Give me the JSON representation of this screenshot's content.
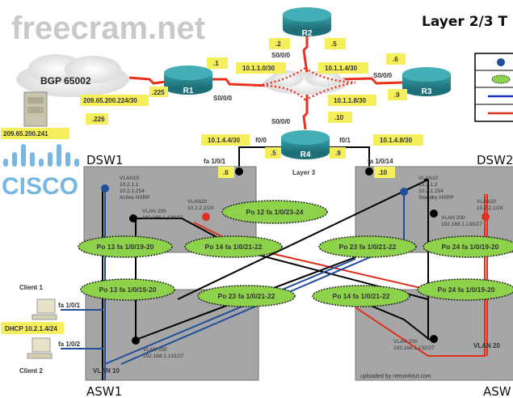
{
  "title": "Layer 2/3 T",
  "colors": {
    "serial_link": "#e8321e",
    "vlan10": "#1f4e9c",
    "vlan20": "#e0301e",
    "etherchannel": "#8ed14a",
    "label_bg": "#f4ef5a",
    "switch_box": "#a6a6a6",
    "router": "#2a8a94"
  },
  "legend": {
    "items": [
      {
        "icon": "blue-dot"
      },
      {
        "icon": "green-dotted-ellipse"
      },
      {
        "icon": "blue-line"
      },
      {
        "icon": "red-line"
      }
    ]
  },
  "bgp": {
    "cloud_label": "BGP 65002",
    "server_ip": "209.65.200.241",
    "subnet": "209.65.200.224/30",
    "r1_ip": ".225",
    "isp_ip": ".226"
  },
  "routers": {
    "r1": {
      "name": "R1",
      "ip": ".1",
      "interface": "S0/0/0"
    },
    "r2": {
      "name": "R2",
      "ip_left": ".2",
      "ip_right": ".5",
      "interface": "S0/0/0"
    },
    "r3": {
      "name": "R3",
      "ip_top": ".6",
      "ip_bottom": ".9",
      "interface": "S0/0/0"
    },
    "r4": {
      "name": "R4",
      "interface_serial": "S0/0/0",
      "f0": "f0/0",
      "f1": "f0/1",
      "ip_f0": ".5",
      "ip_f1": ".9",
      "caption": "Layer 3"
    }
  },
  "subnets": {
    "r1_r2": "10.1.1.0/30",
    "r2_r3": "10.1.1.4/30",
    "r3_r4": "10.1.1.8/30",
    "r4_ip": ".10",
    "r4_dsw1": "10.1.4.4/30",
    "r4_dsw2": "10.1.4.8/30"
  },
  "dsw1": {
    "name": "DSW1",
    "uplink_port": "fa 1/0/1",
    "uplink_ip": ".6",
    "vlan10": [
      "VLAN10",
      "10.2.1.1",
      "10.2.1.254",
      "Active HSRP"
    ],
    "vlan200": [
      "VLAN 200",
      "192.168.1.129/27"
    ],
    "vlan20": [
      "VLAN20",
      "10.2.2.2/24"
    ]
  },
  "dsw2": {
    "name": "DSW2",
    "uplink_port": "fa 1/0/14",
    "uplink_ip": ".10",
    "vlan10": [
      "VLAN10",
      "10.2.1.2",
      "10.2.1.254",
      "Standby HSRP"
    ],
    "vlan200": [
      "VLAN 200",
      "192.168.1.130/27"
    ],
    "vlan20": [
      "VLAN20",
      "10.2.2.1/24"
    ]
  },
  "asw1": {
    "name": "ASW1",
    "vlan200": [
      "VLAN 200",
      "192.168.1.131/27"
    ],
    "vlan10": "VLAN 10"
  },
  "asw2": {
    "name": "ASW",
    "vlan200": [
      "VLAN 200",
      "192.168.1.132/27"
    ],
    "vlan20": "VLAN 20",
    "credit": "uploaded by networktut.com"
  },
  "portchannels": {
    "po12": "Po 12  fa 1/0/23-24",
    "po13_dsw": "Po 13  fa 1/0/19-20",
    "po14_dsw": "Po 14  fa 1/0/21-22",
    "po23_dsw": "Po 23  fa 1/0/21-22",
    "po24_dsw": "Po 24  fa 1/0/19-20",
    "po13_asw": "Po 13  fa 1/0/19-20",
    "po23_asw": "Po 23  fa 1/0/21-22",
    "po14_asw": "Po 14  fa 1/0/21-22",
    "po24_asw": "Po 24  fa 1/0/19-20"
  },
  "clients": {
    "client1": "Client 1",
    "client2": "Client 2",
    "port1": "fa 1/0/1",
    "port2": "fa 1/0/2",
    "dhcp": "DHCP 10.2.1.4/24"
  },
  "watermarks": {
    "logo": "CISCO",
    "site": "freecram.net"
  }
}
